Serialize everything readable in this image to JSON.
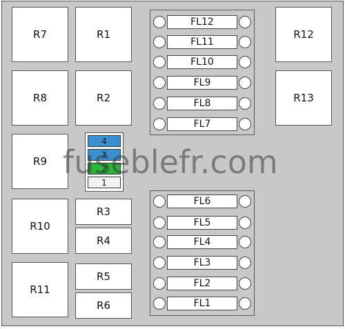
{
  "relays": {
    "r7": "R7",
    "r1": "R1",
    "r12": "R12",
    "r8": "R8",
    "r2": "R2",
    "r13": "R13",
    "r9": "R9",
    "r10": "R10",
    "r11": "R11",
    "r3": "R3",
    "r4": "R4",
    "r5": "R5",
    "r6": "R6"
  },
  "upper_fuses": [
    "FL12",
    "FL11",
    "FL10",
    "FL9",
    "FL8",
    "FL7"
  ],
  "lower_fuses": [
    "FL6",
    "FL5",
    "FL4",
    "FL3",
    "FL2",
    "FL1"
  ],
  "mini_fuses": [
    {
      "label": "4",
      "color": "#3a8fd0"
    },
    {
      "label": "3",
      "color": "#3a8fd0"
    },
    {
      "label": "2",
      "color": "#2cb43c"
    },
    {
      "label": "1",
      "color": "#f2f2f2"
    }
  ],
  "watermark": "fuseblefr.com"
}
